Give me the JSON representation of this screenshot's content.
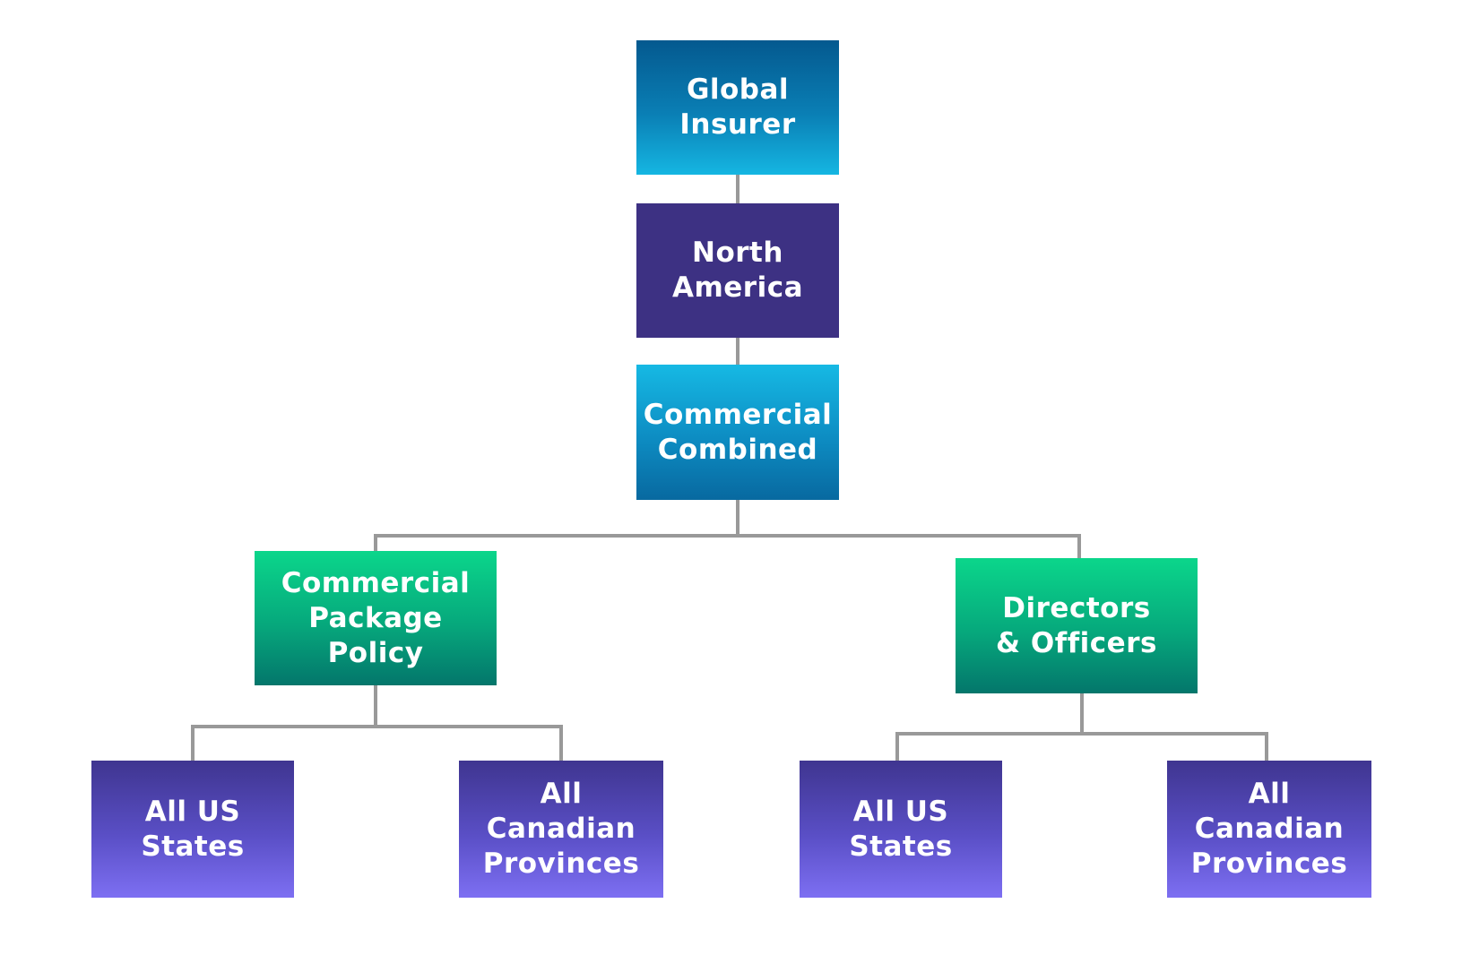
{
  "diagram": {
    "nodes": {
      "global_insurer": "Global\nInsurer",
      "north_america": "North\nAmerica",
      "commercial_combined": "Commercial\nCombined",
      "commercial_package_policy": "Commercial\nPackage\nPolicy",
      "directors_officers": "Directors\n& Officers",
      "cpp_us": "All US\nStates",
      "cpp_canada": "All\nCanadian\nProvinces",
      "do_us": "All US\nStates",
      "do_canada": "All\nCanadian\nProvinces"
    },
    "edges": [
      [
        "global_insurer",
        "north_america"
      ],
      [
        "north_america",
        "commercial_combined"
      ],
      [
        "commercial_combined",
        "commercial_package_policy"
      ],
      [
        "commercial_combined",
        "directors_officers"
      ],
      [
        "commercial_package_policy",
        "cpp_us"
      ],
      [
        "commercial_package_policy",
        "cpp_canada"
      ],
      [
        "directors_officers",
        "do_us"
      ],
      [
        "directors_officers",
        "do_canada"
      ]
    ],
    "colors": {
      "connector": "#999999",
      "dark_blue": "#04598f",
      "cyan": "#15b6e2",
      "indigo": "#3d3183",
      "green": "#0bd68b",
      "teal": "#04766b",
      "violet": "#7d6ff2",
      "text": "#ffffff"
    }
  }
}
